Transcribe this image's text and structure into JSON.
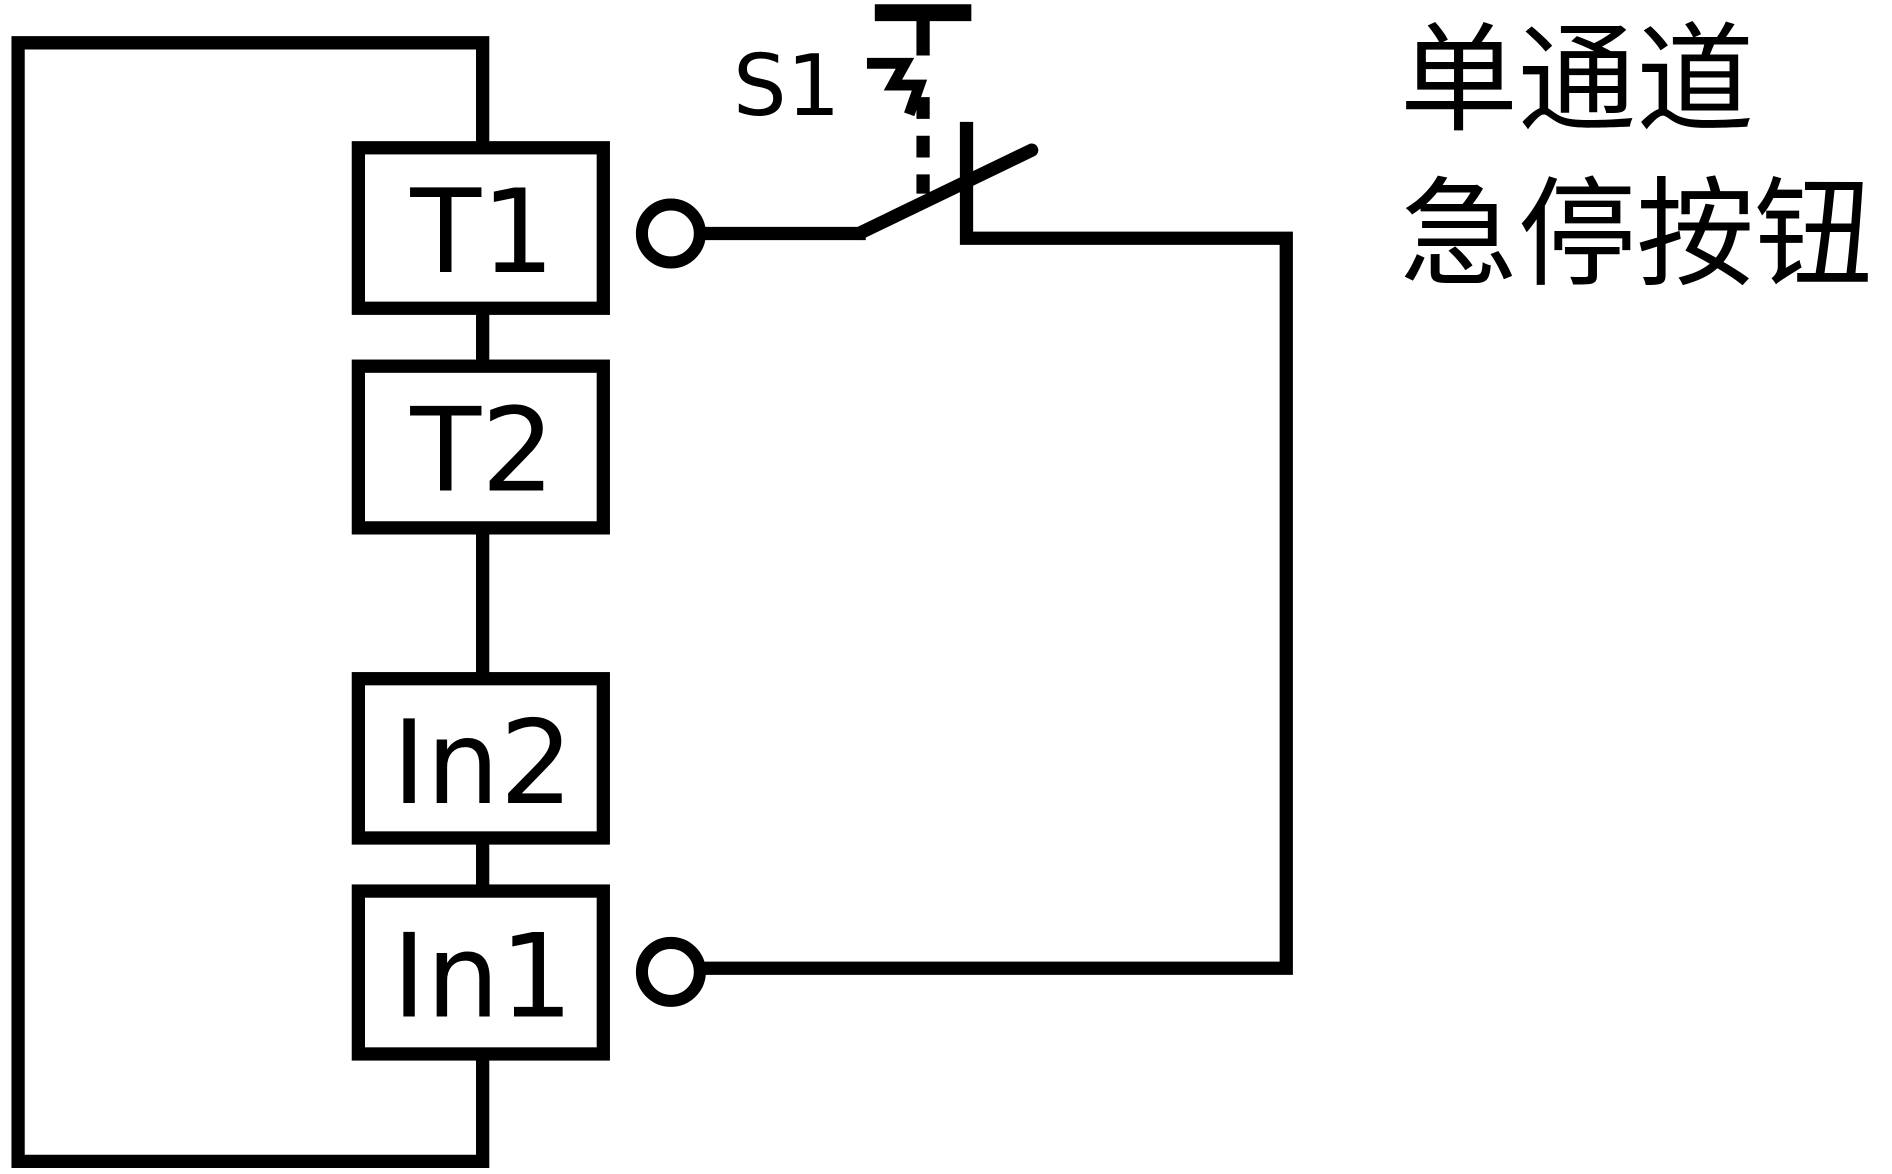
{
  "terminals": [
    "T1",
    "T2",
    "In2",
    "In1"
  ],
  "switch_label": "S1",
  "title_lines": [
    "单通道",
    "急停按钮"
  ],
  "colors": {
    "line": "#000000",
    "background": "#ffffff"
  }
}
